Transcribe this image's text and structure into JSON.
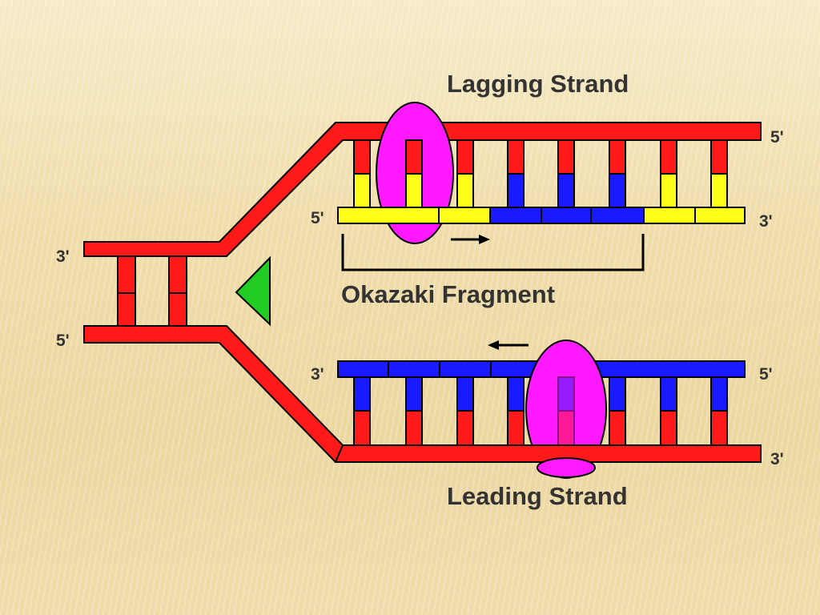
{
  "labels": {
    "lagging": "Lagging Strand",
    "leading": "Leading Strand",
    "okazaki": "Okazaki Fragment"
  },
  "ends": {
    "left_top": "3'",
    "left_bottom": "5'",
    "top_right": "5'",
    "lagging_left": "5'",
    "lagging_right": "3'",
    "leading_left": "3'",
    "leading_right": "5'",
    "bottom_right": "3'"
  },
  "colors": {
    "parent_strand": "#ff1a1a",
    "new_strand_blue": "#1a1aff",
    "rna_primer_yellow": "#ffff1a",
    "polymerase": "#ff1aff",
    "helicase": "#22cc22",
    "outline": "#000000"
  }
}
